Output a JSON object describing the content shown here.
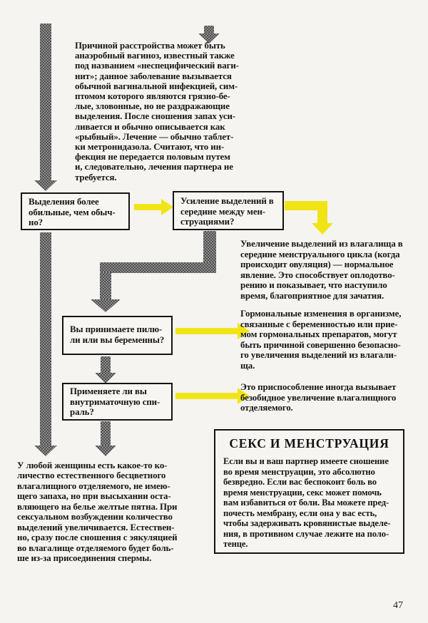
{
  "page": {
    "number": "47"
  },
  "colors": {
    "page_background": "#f5f4f0",
    "text": "#171717",
    "arrow_yellow": "#f1e414",
    "arrow_gray_dark": "#4e4e4e",
    "arrow_gray_light": "#8e8e8e",
    "box_border": "#141414"
  },
  "intro": {
    "text": "Причиной расстройства может быть\nанаэробный вагиноз, известный также\nпод названием «неспецифический ваги-\nнит»; данное заболевание вызывается\nобычной вагинальной инфекцией, сим-\nптомом которого являются грязно-бе-\nлые, зловонные, но не раздражающие\nвыделения. После сношения запах уси-\nливается и обычно описывается как\n«рыбный». Лечение — обычно таблет-\nки метронидазола. Считают, что ин-\nфекция не передается половым путем\nи, следовательно, лечения партнера не\nтребуется."
  },
  "flow": {
    "box1": "Выделения более\nобильные, чем обыч-\nно?",
    "box2": "Усиление выделений в\nсередине между мен-\nструациями?",
    "box3": "Вы принимаете пилю-\nли или вы беременны?",
    "box4": "Применяете ли вы\nвнутриматочную спи-\nраль?",
    "answer1": "Увеличение выделений из влагалища в\nсередине менструального цикла (когда\nпроисходит овуляция) — нормальное\nявление. Это способствует оплодотво-\nрению и показывает, что наступило\nвремя, благоприятное для зачатия.",
    "answer2": "Гормональные изменения в организме,\nсвязанные с беременностью или прие-\nмом гормональных препаратов, могут\nбыть причиной совершенно безопасно-\nго увеличения выделений из влагали-\nща.",
    "answer3": "Это приспособление иногда вызывает\nбезобидное увеличение влагалищного\nотделяемого."
  },
  "bottom": {
    "text": "У любой женщины есть какое-то ко-\nличество естественного бесцветного\nвлагалищного отделяемого, не имею-\nщего запаха, но при высыхании оста-\nвляющего на белье желтые пятна. При\nсексуальном возбуждении количество\nвыделений увеличивается. Естествен-\nно, сразу после сношения с эякуляцией\nво влагалище отделяемого будет боль-\nше из-за присоединения спермы."
  },
  "sexbox": {
    "title": "СЕКС И МЕНСТРУАЦИЯ",
    "body": "Если вы и ваш партнер имеете сношение\nво время менструации, это абсолютно\nбезвредно. Если вас беспокоит боль во\nвремя менструации, секс может помочь\nвам избавиться от боли. Вы можете пред-\nпочесть мембрану, если она у вас есть,\nчтобы задерживать кровянистые выделе-\nния, в противном случае лежите на поло-\nтенце."
  }
}
